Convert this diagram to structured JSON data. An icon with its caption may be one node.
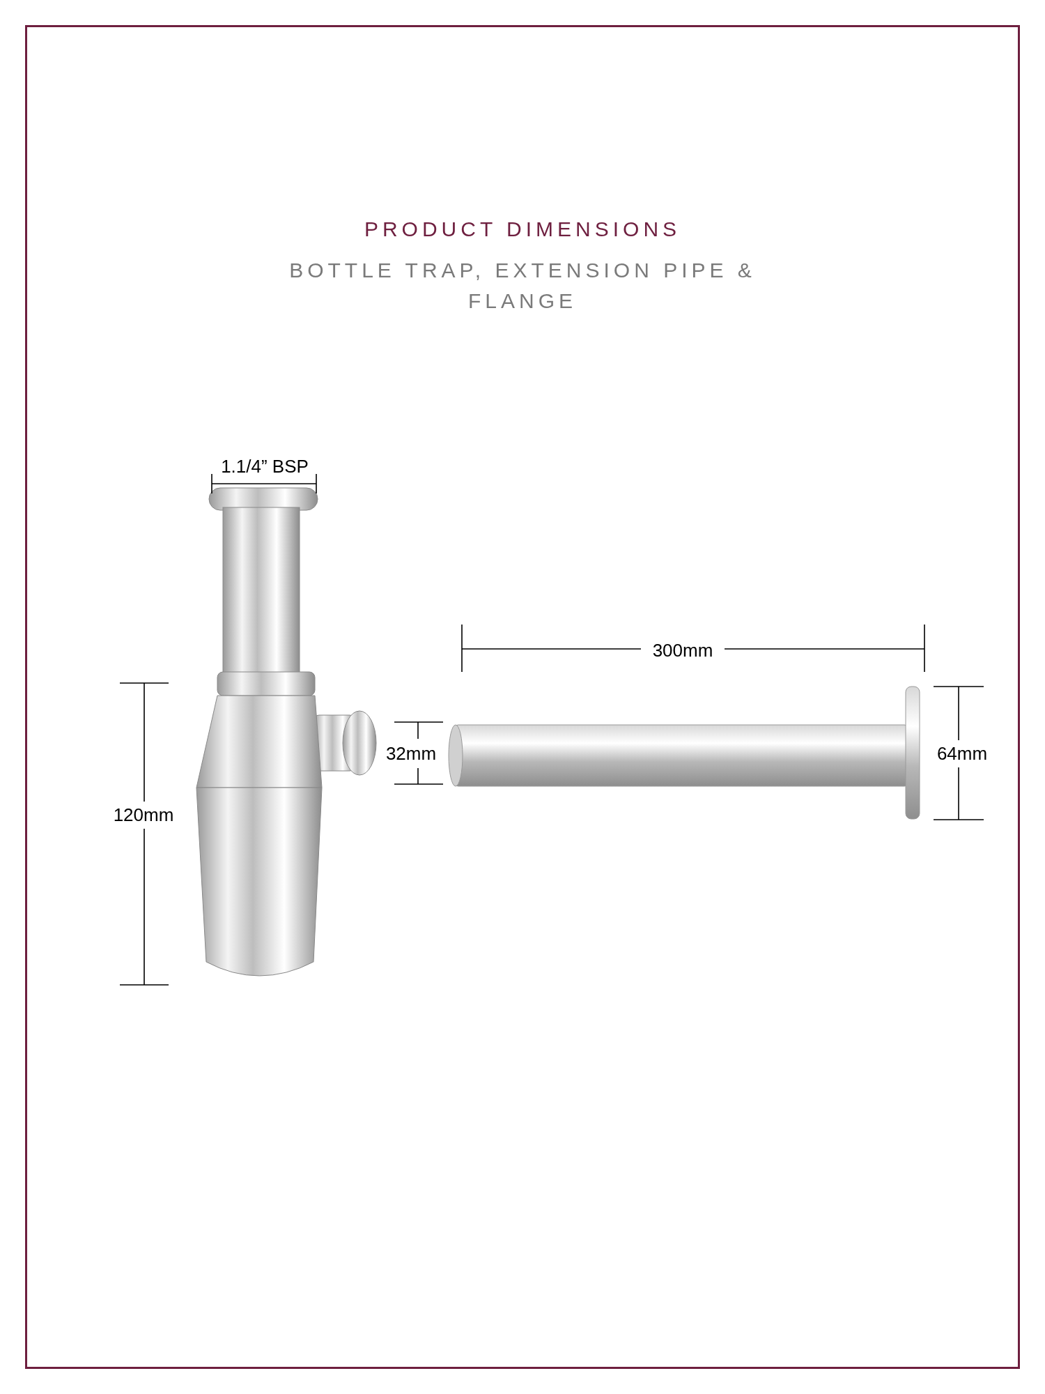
{
  "diagram": {
    "title": "PRODUCT DIMENSIONS",
    "labels": [
      "BOTTLE TRAP, EXTENSION PIPE & FLANGE",
      "1.1/4” BSP",
      "300mm",
      "32mm",
      "64mm",
      "120mm"
    ]
  }
}
